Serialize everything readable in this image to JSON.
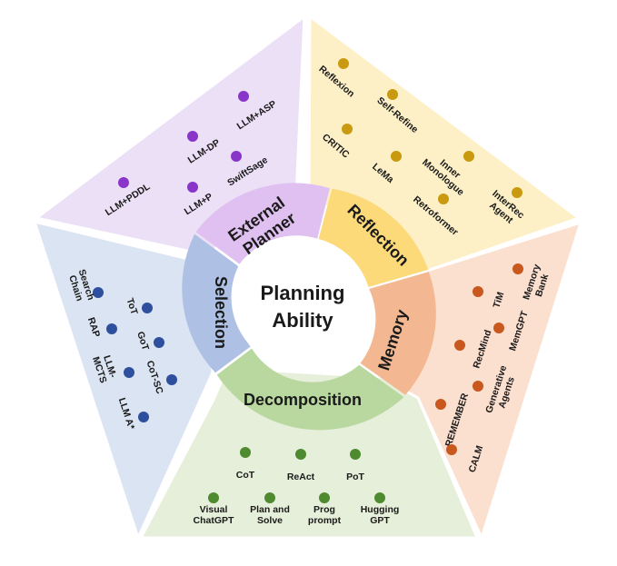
{
  "center": {
    "line1": "Planning",
    "line2": "Ability"
  },
  "colors": {
    "external_planner": "#8a35c9",
    "reflection": "#c99a10",
    "memory": "#c8581e",
    "decomposition": "#4e8a2f",
    "selection": "#2e4e9e"
  },
  "sectors": {
    "external_planner": {
      "label_line1": "External",
      "label_line2": "Planner"
    },
    "reflection": {
      "label": "Reflection"
    },
    "memory": {
      "label": "Memory"
    },
    "decomposition": {
      "label": "Decomposition"
    },
    "selection": {
      "label": "Selection"
    }
  },
  "methods": {
    "external_planner": [
      {
        "lines": [
          "LLM+ASP"
        ]
      },
      {
        "lines": [
          "LLM-DP"
        ]
      },
      {
        "lines": [
          "SwiftSage"
        ]
      },
      {
        "lines": [
          "LLM+PDDL"
        ]
      },
      {
        "lines": [
          "LLM+P"
        ]
      }
    ],
    "reflection": [
      {
        "lines": [
          "Reflexion"
        ]
      },
      {
        "lines": [
          "Self-Refine"
        ]
      },
      {
        "lines": [
          "CRITIC"
        ]
      },
      {
        "lines": [
          "Inner",
          "Monologue"
        ]
      },
      {
        "lines": [
          "LeMa"
        ]
      },
      {
        "lines": [
          "Retroformer"
        ]
      },
      {
        "lines": [
          "InterRec",
          "Agent"
        ]
      }
    ],
    "memory": [
      {
        "lines": [
          "Memory",
          "Bank"
        ]
      },
      {
        "lines": [
          "TiM"
        ]
      },
      {
        "lines": [
          "RecMind"
        ]
      },
      {
        "lines": [
          "MemGPT"
        ]
      },
      {
        "lines": [
          "Generative",
          "Agents"
        ]
      },
      {
        "lines": [
          "REMEMBER"
        ]
      },
      {
        "lines": [
          "CALM"
        ]
      }
    ],
    "decomposition": [
      {
        "lines": [
          "CoT"
        ]
      },
      {
        "lines": [
          "ReAct"
        ]
      },
      {
        "lines": [
          "PoT"
        ]
      },
      {
        "lines": [
          "Visual",
          "ChatGPT"
        ]
      },
      {
        "lines": [
          "Plan and",
          "Solve"
        ]
      },
      {
        "lines": [
          "Prog",
          "prompt"
        ]
      },
      {
        "lines": [
          "Hugging",
          "GPT"
        ]
      }
    ],
    "selection": [
      {
        "lines": [
          "Search",
          "Chain"
        ]
      },
      {
        "lines": [
          "ToT"
        ]
      },
      {
        "lines": [
          "RAP"
        ]
      },
      {
        "lines": [
          "GoT"
        ]
      },
      {
        "lines": [
          "LLM-",
          "MCTS"
        ]
      },
      {
        "lines": [
          "CoT-SC"
        ]
      },
      {
        "lines": [
          "LLM A*"
        ]
      }
    ]
  }
}
